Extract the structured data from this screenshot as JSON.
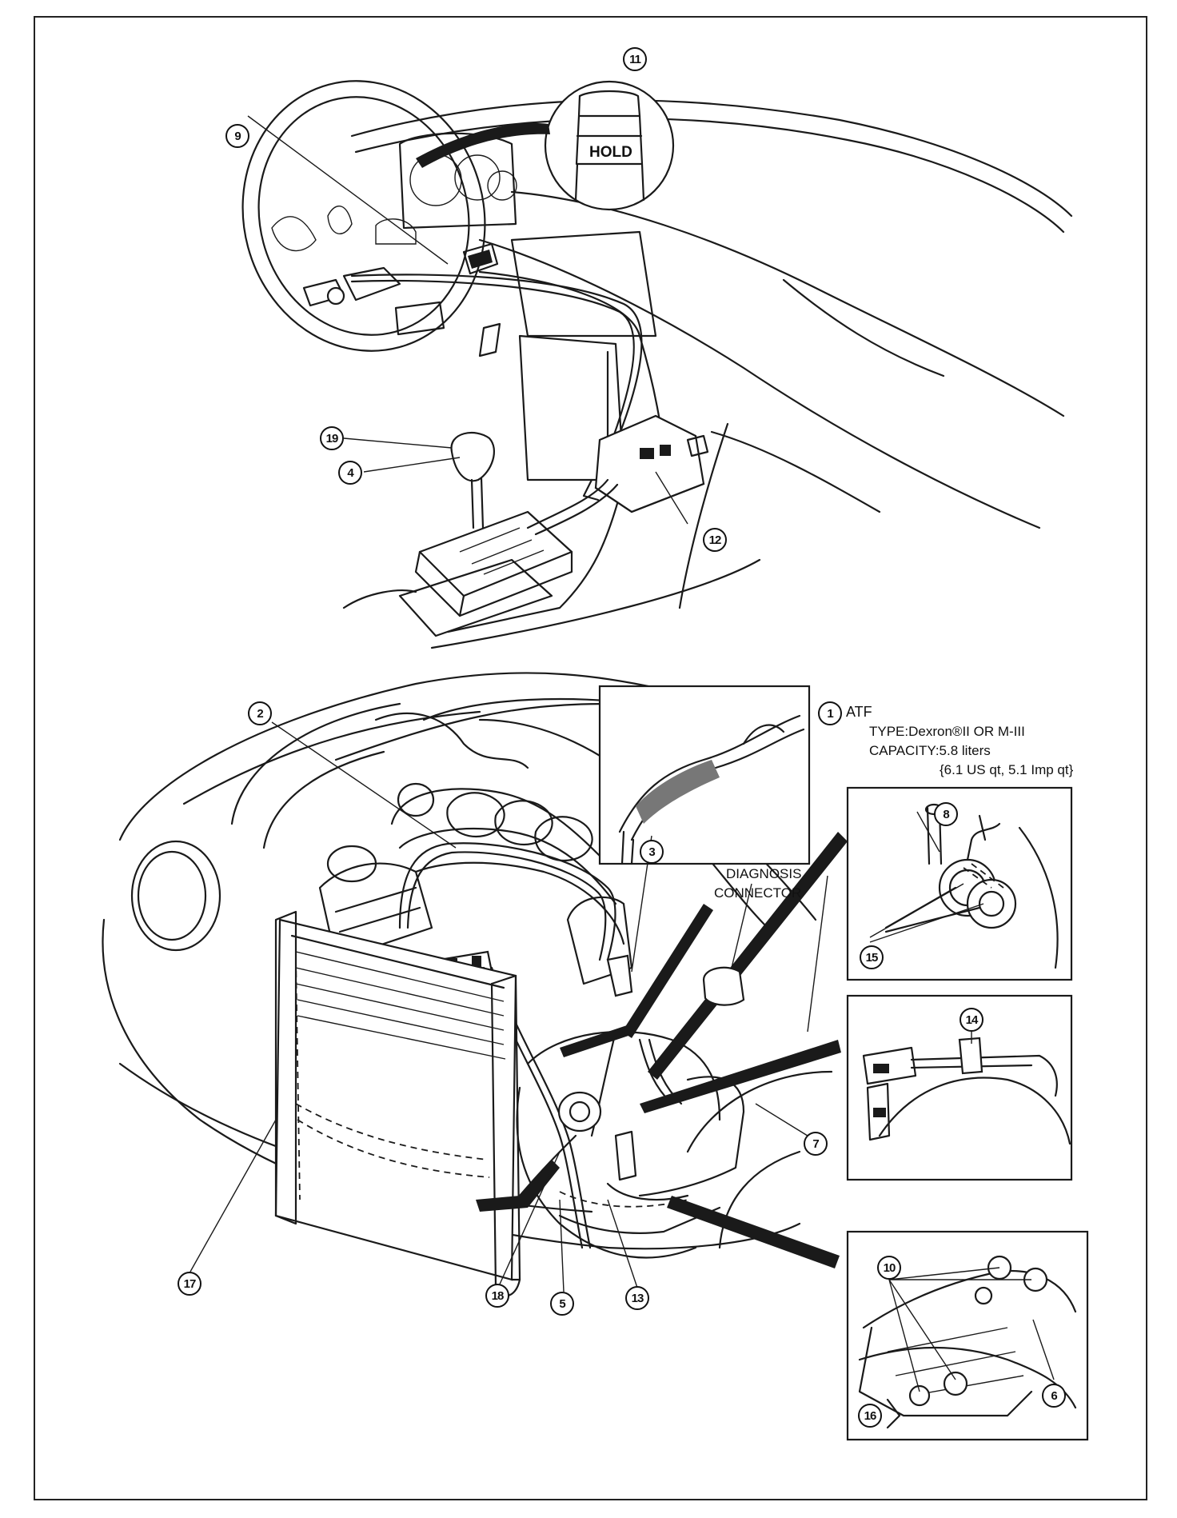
{
  "callouts": {
    "c1": "1",
    "c2": "2",
    "c3": "3",
    "c4": "4",
    "c5": "5",
    "c6": "6",
    "c7": "7",
    "c8": "8",
    "c9": "9",
    "c10": "10",
    "c11": "11",
    "c12": "12",
    "c13": "13",
    "c14": "14",
    "c15": "15",
    "c16": "16",
    "c17": "17",
    "c18": "18",
    "c19": "19"
  },
  "labels": {
    "hold_button": "HOLD",
    "atf_title": "ATF",
    "atf_type": "TYPE:Dexron®II OR M-III",
    "atf_capacity": "CAPACITY:5.8 liters",
    "atf_capacity_alt": "{6.1 US qt, 5.1 Imp qt}",
    "diagnosis_line1": "DIAGNOSIS",
    "diagnosis_line2": "CONNECTOR"
  }
}
